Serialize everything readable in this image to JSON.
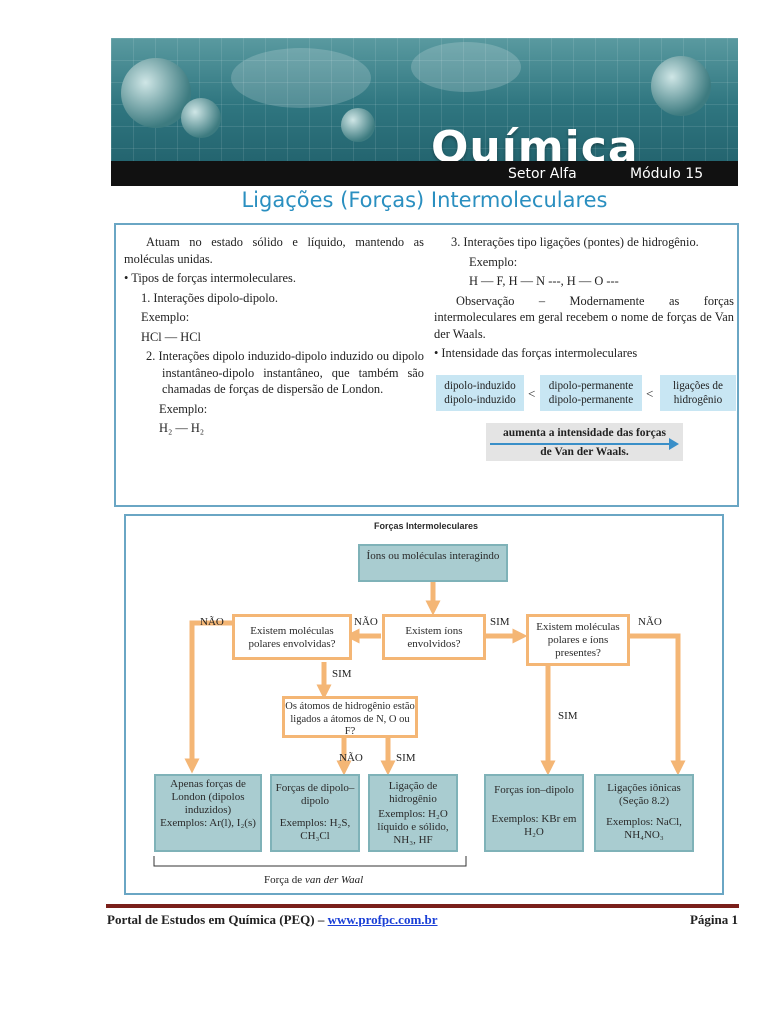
{
  "banner": {
    "title": "Química",
    "sector": "Setor Alfa",
    "module": "Módulo 15"
  },
  "heading": "Ligações (Forças) Intermoleculares",
  "text_left": {
    "intro": "Atuam no estado sólido e líquido, mantendo as moléculas unidas.",
    "bullet_types": "• Tipos de forças intermoleculares.",
    "item1": "1. Interações dipolo-dipolo.",
    "example1_label": "Exemplo:",
    "example1": "HCl — HCl",
    "item2": "2. Interações dipolo induzido-dipolo induzido ou dipolo instantâneo-dipolo instantâneo, que também são chamadas de forças de dispersão de London.",
    "example2_label": "Exemplo:",
    "example2": "H₂ — H₂"
  },
  "text_right": {
    "item3": "3. Interações tipo ligações (pontes) de hidrogênio.",
    "example3_label": "Exemplo:",
    "example3": "H — F, H — N ---, H — O ---",
    "observation": "Observação – Modernamente as forças intermoleculares em geral recebem o nome de forças de Van der Waals.",
    "bullet_intensity": "• Intensidade das forças intermoleculares"
  },
  "comparison": {
    "box1_line1": "dipolo-induzido",
    "box1_line2": "dipolo-induzido",
    "box2_line1": "dipolo-permanente",
    "box2_line2": "dipolo-permanente",
    "box3_line1": "ligações de",
    "box3_line2": "hidrogênio",
    "less_than": "<",
    "arrow_line1": "aumenta a intensidade das forças",
    "arrow_line2": "de Van der Waals."
  },
  "flowchart": {
    "title": "Forças Intermoleculares",
    "start": "Íons ou moléculas interagindo",
    "q_ions": "Existem íons envolvidos?",
    "q_polar": "Existem moléculas polares envolvidas?",
    "q_polar_ions": "Existem moléculas polares e íons presentes?",
    "q_hydrogen": "Os átomos de hidrogênio estão ligados a átomos de N, O ou F?",
    "nao": "NÃO",
    "sim": "SIM",
    "r_london_title": "Apenas forças de London (dipolos induzidos)",
    "r_london_ex": "Exemplos: Ar(l), I₂(s)",
    "r_dipole_title": "Forças de dipolo–dipolo",
    "r_dipole_ex": "Exemplos: H₂S, CH₃Cl",
    "r_hbond_title": "Ligação de hidrogênio",
    "r_hbond_ex": "Exemplos: H₂O líquido e sólido, NH₃, HF",
    "r_iondipole_title": "Forças íon–dipolo",
    "r_iondipole_ex": "Exemplos: KBr em H₂O",
    "r_ionic_title": "Ligações iônicas (Seção 8.2)",
    "r_ionic_ex": "Exemplos: NaCl, NH₄NO₃",
    "vdw_caption_prefix": "Força de",
    "vdw_caption_name": "van der Waal"
  },
  "footer": {
    "left_text": "Portal de Estudos em Química (PEQ) – ",
    "link": "www.profpc.com.br",
    "right_text": "Página 1"
  }
}
